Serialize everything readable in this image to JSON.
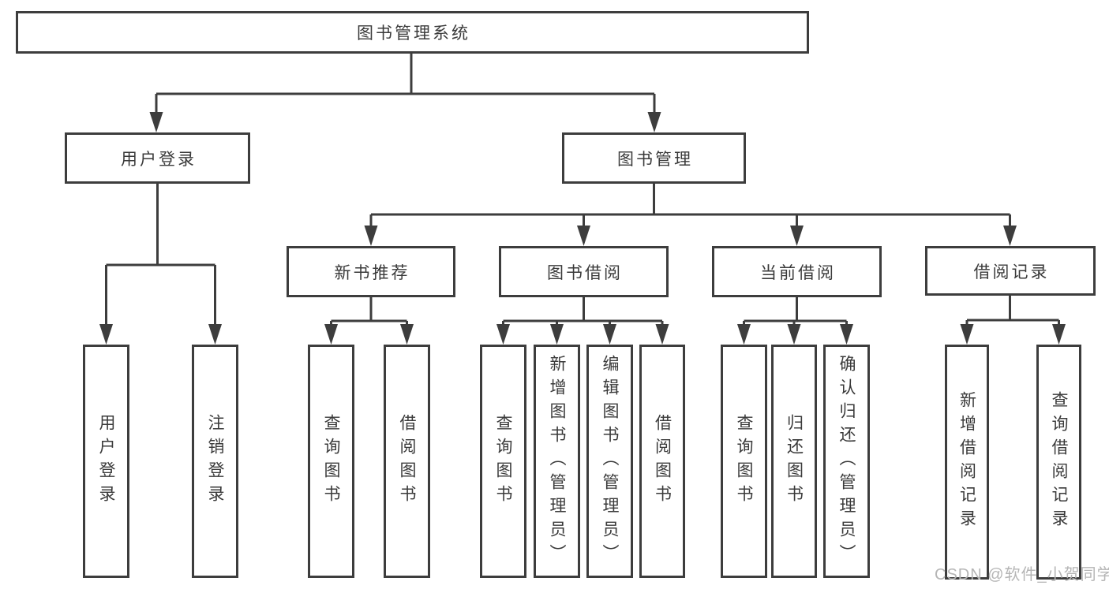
{
  "diagram": {
    "root": {
      "label": "图书管理系统"
    },
    "level2": [
      {
        "label": "用户登录"
      },
      {
        "label": "图书管理"
      }
    ],
    "level3": [
      {
        "label": "新书推荐"
      },
      {
        "label": "图书借阅"
      },
      {
        "label": "当前借阅"
      },
      {
        "label": "借阅记录"
      }
    ],
    "leaves": {
      "user_login": [
        "用户登录",
        "注销登录"
      ],
      "new_books": [
        "查询图书",
        "借阅图书"
      ],
      "book_borrow": [
        "查询图书",
        "新增图书（管理员）",
        "编辑图书（管理员）",
        "借阅图书"
      ],
      "current_borrow": [
        "查询图书",
        "归还图书",
        "确认归还（管理员）"
      ],
      "borrow_records": [
        "新增借阅记录",
        "查询借阅记录"
      ]
    }
  },
  "watermark": {
    "text": "CSDN @软件_小贺同学",
    "color": "#b5b5b5"
  },
  "colors": {
    "line": "#3d3d3d",
    "text": "#3a3a3a",
    "background": "#ffffff"
  }
}
